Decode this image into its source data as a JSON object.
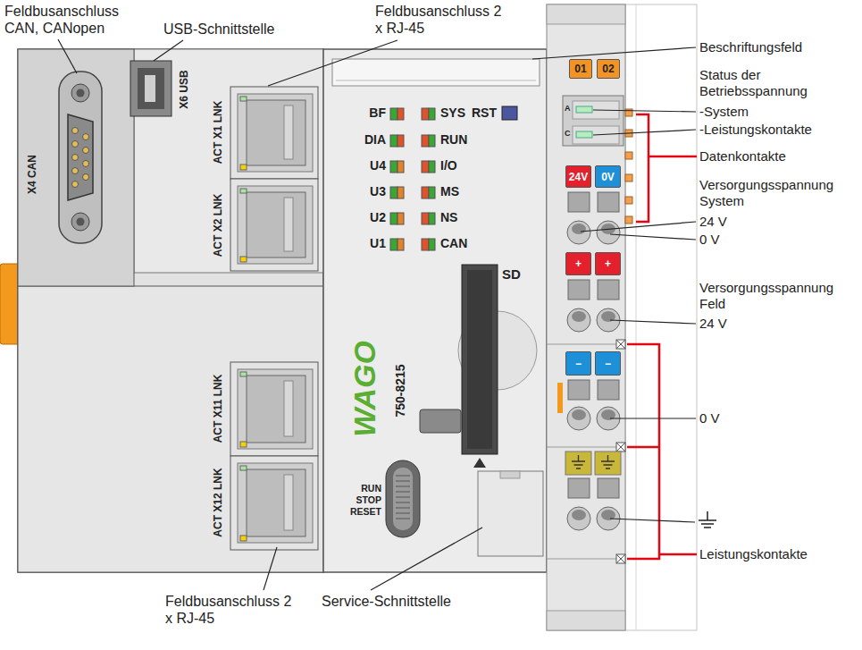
{
  "diagram": {
    "nodes": [
      {
        "text": [
          "01"
        ]
      },
      {
        "text": [
          "02"
        ]
      },
      {
        "text": [
          "24V"
        ]
      },
      {
        "text": [
          "0V"
        ]
      },
      {
        "text": [
          "+"
        ]
      },
      {
        "text": [
          "+"
        ]
      },
      {
        "text": [
          "−"
        ]
      },
      {
        "text": [
          "−"
        ]
      }
    ],
    "labels": [
      "Feldbusanschluss CAN, CANopen",
      "USB-Schnittstelle",
      "Feldbusanschluss 2 x RJ-45",
      "Beschriftungsfeld",
      "Status der Betriebsspannung",
      "-System",
      "-Leistungskontakte",
      "Datenkontakte",
      "Versorgungsspannung System",
      "24 V",
      "0 V",
      "Versorgungsspannung Feld",
      "24 V",
      "0 V",
      "Leistungskontakte",
      "Feldbusanschluss 2 x RJ-45",
      "Service-Schnittstelle",
      "X4 CAN",
      "X6 USB",
      "ACT X1 LNK",
      "ACT X2 LNK",
      "ACT X11 LNK",
      "ACT X12 LNK",
      "BF",
      "SYS",
      "DIA",
      "RUN",
      "U4",
      "I/O",
      "U3",
      "MS",
      "U2",
      "NS",
      "U1",
      "CAN",
      "RST",
      "SD",
      "WAGO",
      "750-8215",
      "RUN",
      "STOP",
      "RESET",
      "A",
      "C"
    ]
  }
}
